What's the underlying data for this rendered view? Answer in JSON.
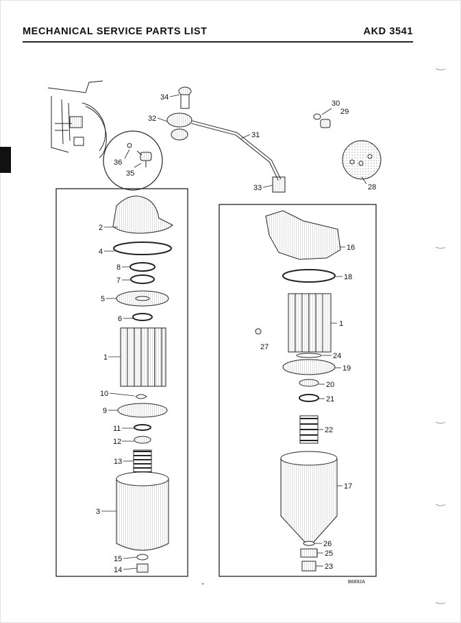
{
  "header": {
    "title": "MECHANICAL SERVICE PARTS LIST",
    "code": "AKD 3541"
  },
  "drawing_ref": "B6892A",
  "callouts": {
    "n34": "34",
    "n32": "32",
    "n31": "31",
    "n30": "30",
    "n29": "29",
    "n36": "36",
    "n35": "35",
    "n33": "33",
    "n28": "28",
    "l2": "2",
    "l4": "4",
    "l8": "8",
    "l7": "7",
    "l5": "5",
    "l6": "6",
    "l1": "1",
    "l10": "10",
    "l9": "9",
    "l11": "11",
    "l12": "12",
    "l13": "13",
    "l3": "3",
    "l15": "15",
    "l14": "14",
    "r16": "16",
    "r18": "18",
    "r1": "1",
    "r27": "27",
    "r24": "24",
    "r19": "19",
    "r20": "20",
    "r21": "21",
    "r22": "22",
    "r17": "17",
    "r26": "26",
    "r25": "25",
    "r23": "23"
  }
}
